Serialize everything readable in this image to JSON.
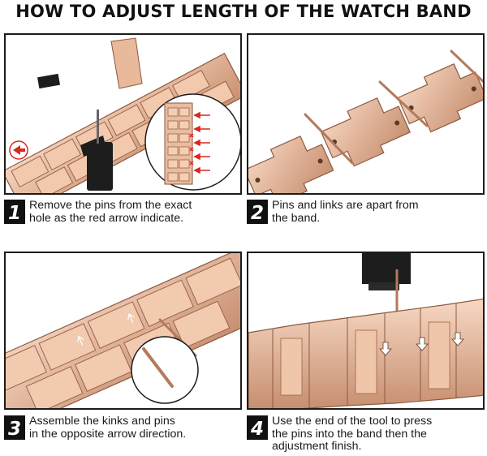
{
  "title": "HOW TO ADJUST LENGTH OF THE WATCH BAND",
  "colors": {
    "band": "#e7b79b",
    "band_dark": "#b37a5c",
    "band_edge": "#8c5a40",
    "arrow": "#d8281f",
    "tool": "#1d1d1d",
    "border": "#1c1c1c"
  },
  "steps": [
    {
      "number": "1",
      "line1": "Remove the pins from the exact",
      "line2": "hole as the red arrow indicate."
    },
    {
      "number": "2",
      "line1": "Pins and links are apart from",
      "line2": "the band."
    },
    {
      "number": "3",
      "line1": "Assemble the kinks and pins",
      "line2": "in the opposite arrow direction."
    },
    {
      "number": "4",
      "line1": "Use the end of the tool to press",
      "line2": "the pins into the band then the",
      "line3": "adjustment finish."
    }
  ]
}
